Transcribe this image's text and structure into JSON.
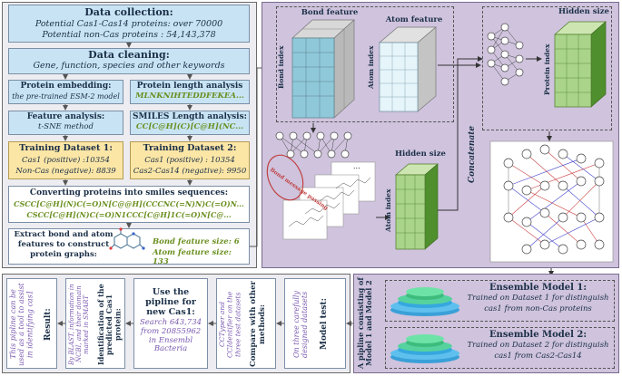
{
  "left": {
    "collection": {
      "title": "Data collection:",
      "line1": "Potential Cas1-Cas14 proteins: over 70000",
      "line2": "Potential non-Cas proteins : 54,143,378"
    },
    "cleaning": {
      "title": "Data cleaning:",
      "subtitle": "Gene, function, species and other keywords"
    },
    "embedding": {
      "title": "Protein embedding:",
      "desc": "the pre-trained ESM-2 model"
    },
    "length": {
      "title": "Protein length analysis",
      "seq": "MLNKNIHTEDDFEKEA..."
    },
    "feature": {
      "title": "Feature analysis:",
      "desc": "t-SNE method"
    },
    "smiles": {
      "title": "SMILES Length analysis:",
      "seq": "CC[C@H](C)[C@H](NC..."
    },
    "td1": {
      "title": "Training Dataset 1:",
      "line1": "Cas1 (positive) :10354",
      "line2": "Non-Cas (negative): 8839"
    },
    "td2": {
      "title": "Training Dataset 2:",
      "line1": "Cas1 (positive) : 10354",
      "line2": "Cas2-Cas14 (negative): 9950"
    },
    "convert": {
      "title": "Converting proteins into smiles sequences:",
      "seq1": "CSCC[C@H](N)C(=O)N[C@@H](CCCNC(=N)N)C(=O)N...",
      "seq2": "CSCC[C@H](N)C(=O)N1CCC[C@H]1C(=O)N[C@..."
    },
    "extract": {
      "line1": "Extract bond and atom",
      "line2": "features to construct",
      "line3": "protein graphs:",
      "bond": "Bond feature size: 6",
      "atom": "Atom feature size: 133"
    }
  },
  "model": {
    "bond_feature": "Bond feature",
    "bond_index": "Bond index",
    "atom_feature": "Atom feature",
    "atom_index_1": "Atom index",
    "atom_index_2": "Atom index",
    "hidden_size_top": "Hidden size",
    "hidden_size_mid": "Hidden size",
    "protein_index": "Protein index",
    "bond_message": "Bond message passing",
    "concatenate": "Concatenate",
    "ellipsis": "..."
  },
  "bottom": {
    "result": {
      "title": "Result:",
      "desc": "This pipline can be used as a tool to assist in identifying cas1"
    },
    "ident": {
      "title": "Identification of the predicted Cas1 protein:",
      "desc": "By BLAST, information in NCBI, and their domain marked in SMART"
    },
    "pipeline": {
      "title": "Use the pipline for new Cas1:",
      "desc": "Search 643,734 from 20855962 in Ensembl Bacteria"
    },
    "compare": {
      "title": "Compare with other methods:",
      "desc": "CCTyper and CCIdentifier on the three test datasets"
    },
    "test": {
      "title": "Model test:",
      "desc": "On three carefully designed datasets"
    },
    "ensemble_vert": "A pipline consisting of Model 1 and Model 2",
    "em1": {
      "title": "Ensemble Model 1:",
      "line1": "Trained on Dataset 1 for distinguish",
      "line2": "cas1 from non-Cas proteins"
    },
    "em2": {
      "title": "Ensemble Model 2:",
      "line1": "Trained on Dataset 2 for distinguish",
      "line2": "cas1 from Cas2-Cas14"
    }
  },
  "colors": {
    "panel_bg": "#ecedf2",
    "purple": "#cfc3dd",
    "blue_box": "#c8e4f4",
    "yellow_box": "#fbe6a6",
    "dataset_green": "#6a8f1f",
    "cube_green": "#6fae3e",
    "cube_blue": "#8fc9d9"
  }
}
